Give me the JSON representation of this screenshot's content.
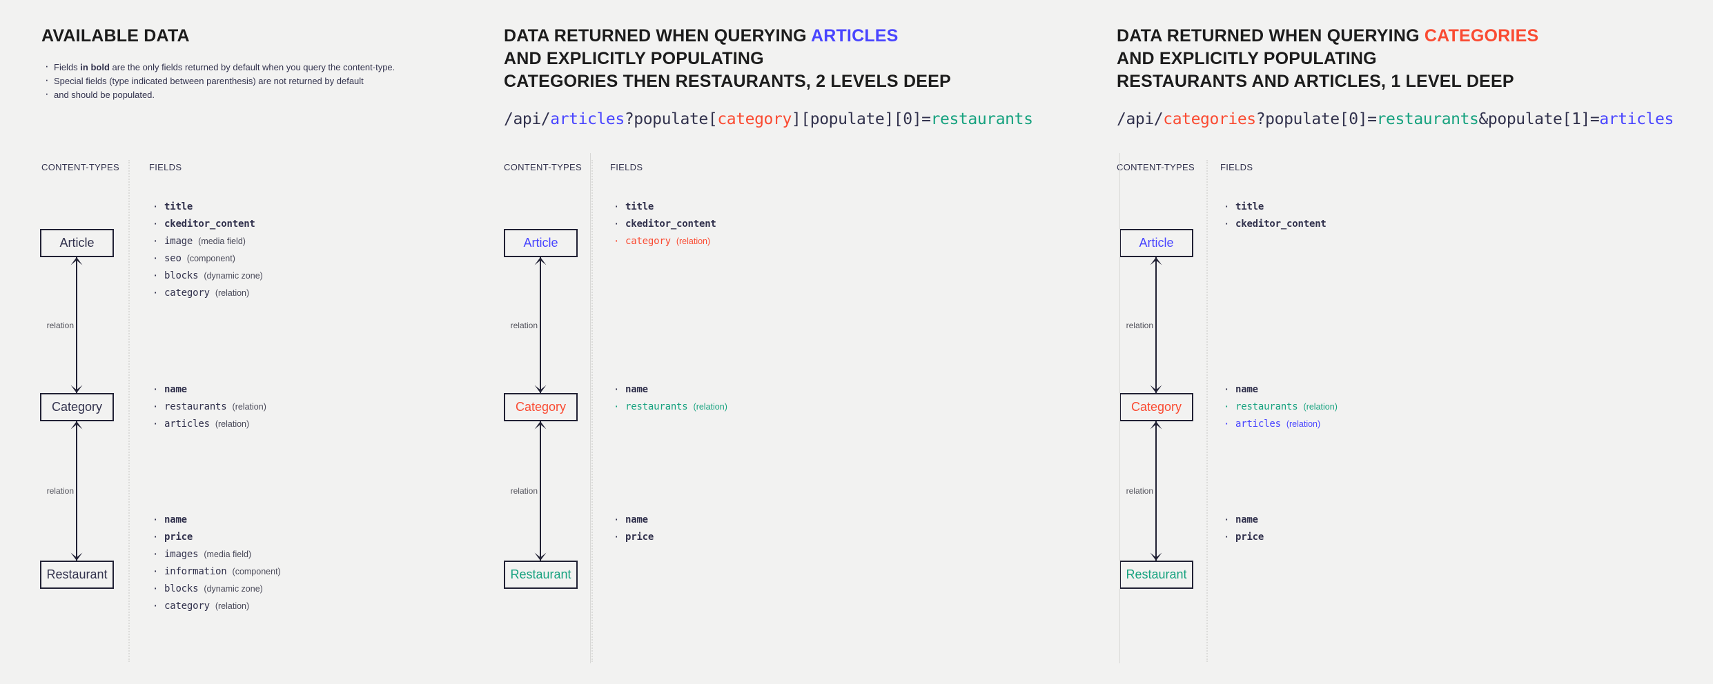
{
  "colors": {
    "background": "#f2f2f1",
    "text": "#32324d",
    "articles_blue": "#4945ff",
    "categories_red": "#fa4b32",
    "restaurants_teal": "#17a27f",
    "box_border": "#212134"
  },
  "panels": [
    {
      "heading_lines": [
        [
          {
            "text": "AVAILABLE DATA",
            "color": "default"
          }
        ]
      ],
      "intro_bullets": [
        {
          "pre": "Fields ",
          "bold": "in bold",
          "post": " are the only fields returned by default when you query the content-type."
        },
        {
          "pre": "Special fields (type indicated between parenthesis) are not returned by default",
          "bold": "",
          "post": ""
        },
        {
          "pre": "and should be populated.",
          "bold": "",
          "post": "",
          "continuation": true
        }
      ],
      "api_url": null,
      "columns": {
        "content_types": "CONTENT-TYPES",
        "fields": "FIELDS"
      },
      "nodes": [
        {
          "name": "Article",
          "color": "default",
          "fields": [
            {
              "name": "title",
              "type": "",
              "bold": true,
              "color": "default"
            },
            {
              "name": "ckeditor_content",
              "type": "",
              "bold": true,
              "color": "default"
            },
            {
              "name": "image",
              "type": "(media field)",
              "bold": false,
              "color": "default"
            },
            {
              "name": "seo",
              "type": "(component)",
              "bold": false,
              "color": "default"
            },
            {
              "name": "blocks",
              "type": "(dynamic zone)",
              "bold": false,
              "color": "default"
            },
            {
              "name": "category",
              "type": "(relation)",
              "bold": false,
              "color": "default"
            }
          ]
        },
        {
          "name": "Category",
          "color": "default",
          "fields": [
            {
              "name": "name",
              "type": "",
              "bold": true,
              "color": "default"
            },
            {
              "name": "restaurants",
              "type": "(relation)",
              "bold": false,
              "color": "default"
            },
            {
              "name": "articles",
              "type": "(relation)",
              "bold": false,
              "color": "default"
            }
          ]
        },
        {
          "name": "Restaurant",
          "color": "default",
          "fields": [
            {
              "name": "name",
              "type": "",
              "bold": true,
              "color": "default"
            },
            {
              "name": "price",
              "type": "",
              "bold": true,
              "color": "default"
            },
            {
              "name": "images",
              "type": "(media field)",
              "bold": false,
              "color": "default"
            },
            {
              "name": "information",
              "type": "(component)",
              "bold": false,
              "color": "default"
            },
            {
              "name": "blocks",
              "type": "(dynamic zone)",
              "bold": false,
              "color": "default"
            },
            {
              "name": "category",
              "type": "(relation)",
              "bold": false,
              "color": "default"
            }
          ]
        }
      ],
      "relations": [
        "relation",
        "relation"
      ]
    },
    {
      "heading_lines": [
        [
          {
            "text": "DATA RETURNED WHEN QUERYING ",
            "color": "default"
          },
          {
            "text": "ARTICLES",
            "color": "blue"
          }
        ],
        [
          {
            "text": "AND EXPLICITLY POPULATING",
            "color": "default"
          }
        ],
        [
          {
            "text": "CATEGORIES THEN RESTAURANTS, 2 LEVELS DEEP",
            "color": "default"
          }
        ]
      ],
      "intro_bullets": [],
      "api_url": [
        {
          "text": "/api/",
          "color": "default"
        },
        {
          "text": "articles",
          "color": "blue"
        },
        {
          "text": "?populate[",
          "color": "default"
        },
        {
          "text": "category",
          "color": "red"
        },
        {
          "text": "][populate][0]=",
          "color": "default"
        },
        {
          "text": "restaurants",
          "color": "teal"
        }
      ],
      "columns": {
        "content_types": "CONTENT-TYPES",
        "fields": "FIELDS"
      },
      "nodes": [
        {
          "name": "Article",
          "color": "blue",
          "fields": [
            {
              "name": "title",
              "type": "",
              "bold": true,
              "color": "default"
            },
            {
              "name": "ckeditor_content",
              "type": "",
              "bold": true,
              "color": "default"
            },
            {
              "name": "category",
              "type": "(relation)",
              "bold": false,
              "color": "red"
            }
          ]
        },
        {
          "name": "Category",
          "color": "red",
          "fields": [
            {
              "name": "name",
              "type": "",
              "bold": true,
              "color": "default"
            },
            {
              "name": "restaurants",
              "type": "(relation)",
              "bold": false,
              "color": "teal"
            }
          ]
        },
        {
          "name": "Restaurant",
          "color": "teal",
          "fields": [
            {
              "name": "name",
              "type": "",
              "bold": true,
              "color": "default"
            },
            {
              "name": "price",
              "type": "",
              "bold": true,
              "color": "default"
            }
          ]
        }
      ],
      "relations": [
        "relation",
        "relation"
      ]
    },
    {
      "heading_lines": [
        [
          {
            "text": "DATA RETURNED WHEN QUERYING ",
            "color": "default"
          },
          {
            "text": "CATEGORIES",
            "color": "red"
          }
        ],
        [
          {
            "text": "AND EXPLICITLY POPULATING",
            "color": "default"
          }
        ],
        [
          {
            "text": "RESTAURANTS AND ARTICLES, 1 LEVEL DEEP",
            "color": "default"
          }
        ]
      ],
      "intro_bullets": [],
      "api_url": [
        {
          "text": "/api/",
          "color": "default"
        },
        {
          "text": "categories",
          "color": "red"
        },
        {
          "text": "?populate[0]=",
          "color": "default"
        },
        {
          "text": "restaurants",
          "color": "teal"
        },
        {
          "text": "&populate[1]=",
          "color": "default"
        },
        {
          "text": "articles",
          "color": "blue"
        }
      ],
      "columns": {
        "content_types": "CONTENT-TYPES",
        "fields": "FIELDS"
      },
      "nodes": [
        {
          "name": "Article",
          "color": "blue",
          "fields": [
            {
              "name": "title",
              "type": "",
              "bold": true,
              "color": "default"
            },
            {
              "name": "ckeditor_content",
              "type": "",
              "bold": true,
              "color": "default"
            }
          ]
        },
        {
          "name": "Category",
          "color": "red",
          "fields": [
            {
              "name": "name",
              "type": "",
              "bold": true,
              "color": "default"
            },
            {
              "name": "restaurants",
              "type": "(relation)",
              "bold": false,
              "color": "teal"
            },
            {
              "name": "articles",
              "type": "(relation)",
              "bold": false,
              "color": "blue"
            }
          ]
        },
        {
          "name": "Restaurant",
          "color": "teal",
          "fields": [
            {
              "name": "name",
              "type": "",
              "bold": true,
              "color": "default"
            },
            {
              "name": "price",
              "type": "",
              "bold": true,
              "color": "default"
            }
          ]
        }
      ],
      "relations": [
        "relation",
        "relation"
      ]
    }
  ]
}
